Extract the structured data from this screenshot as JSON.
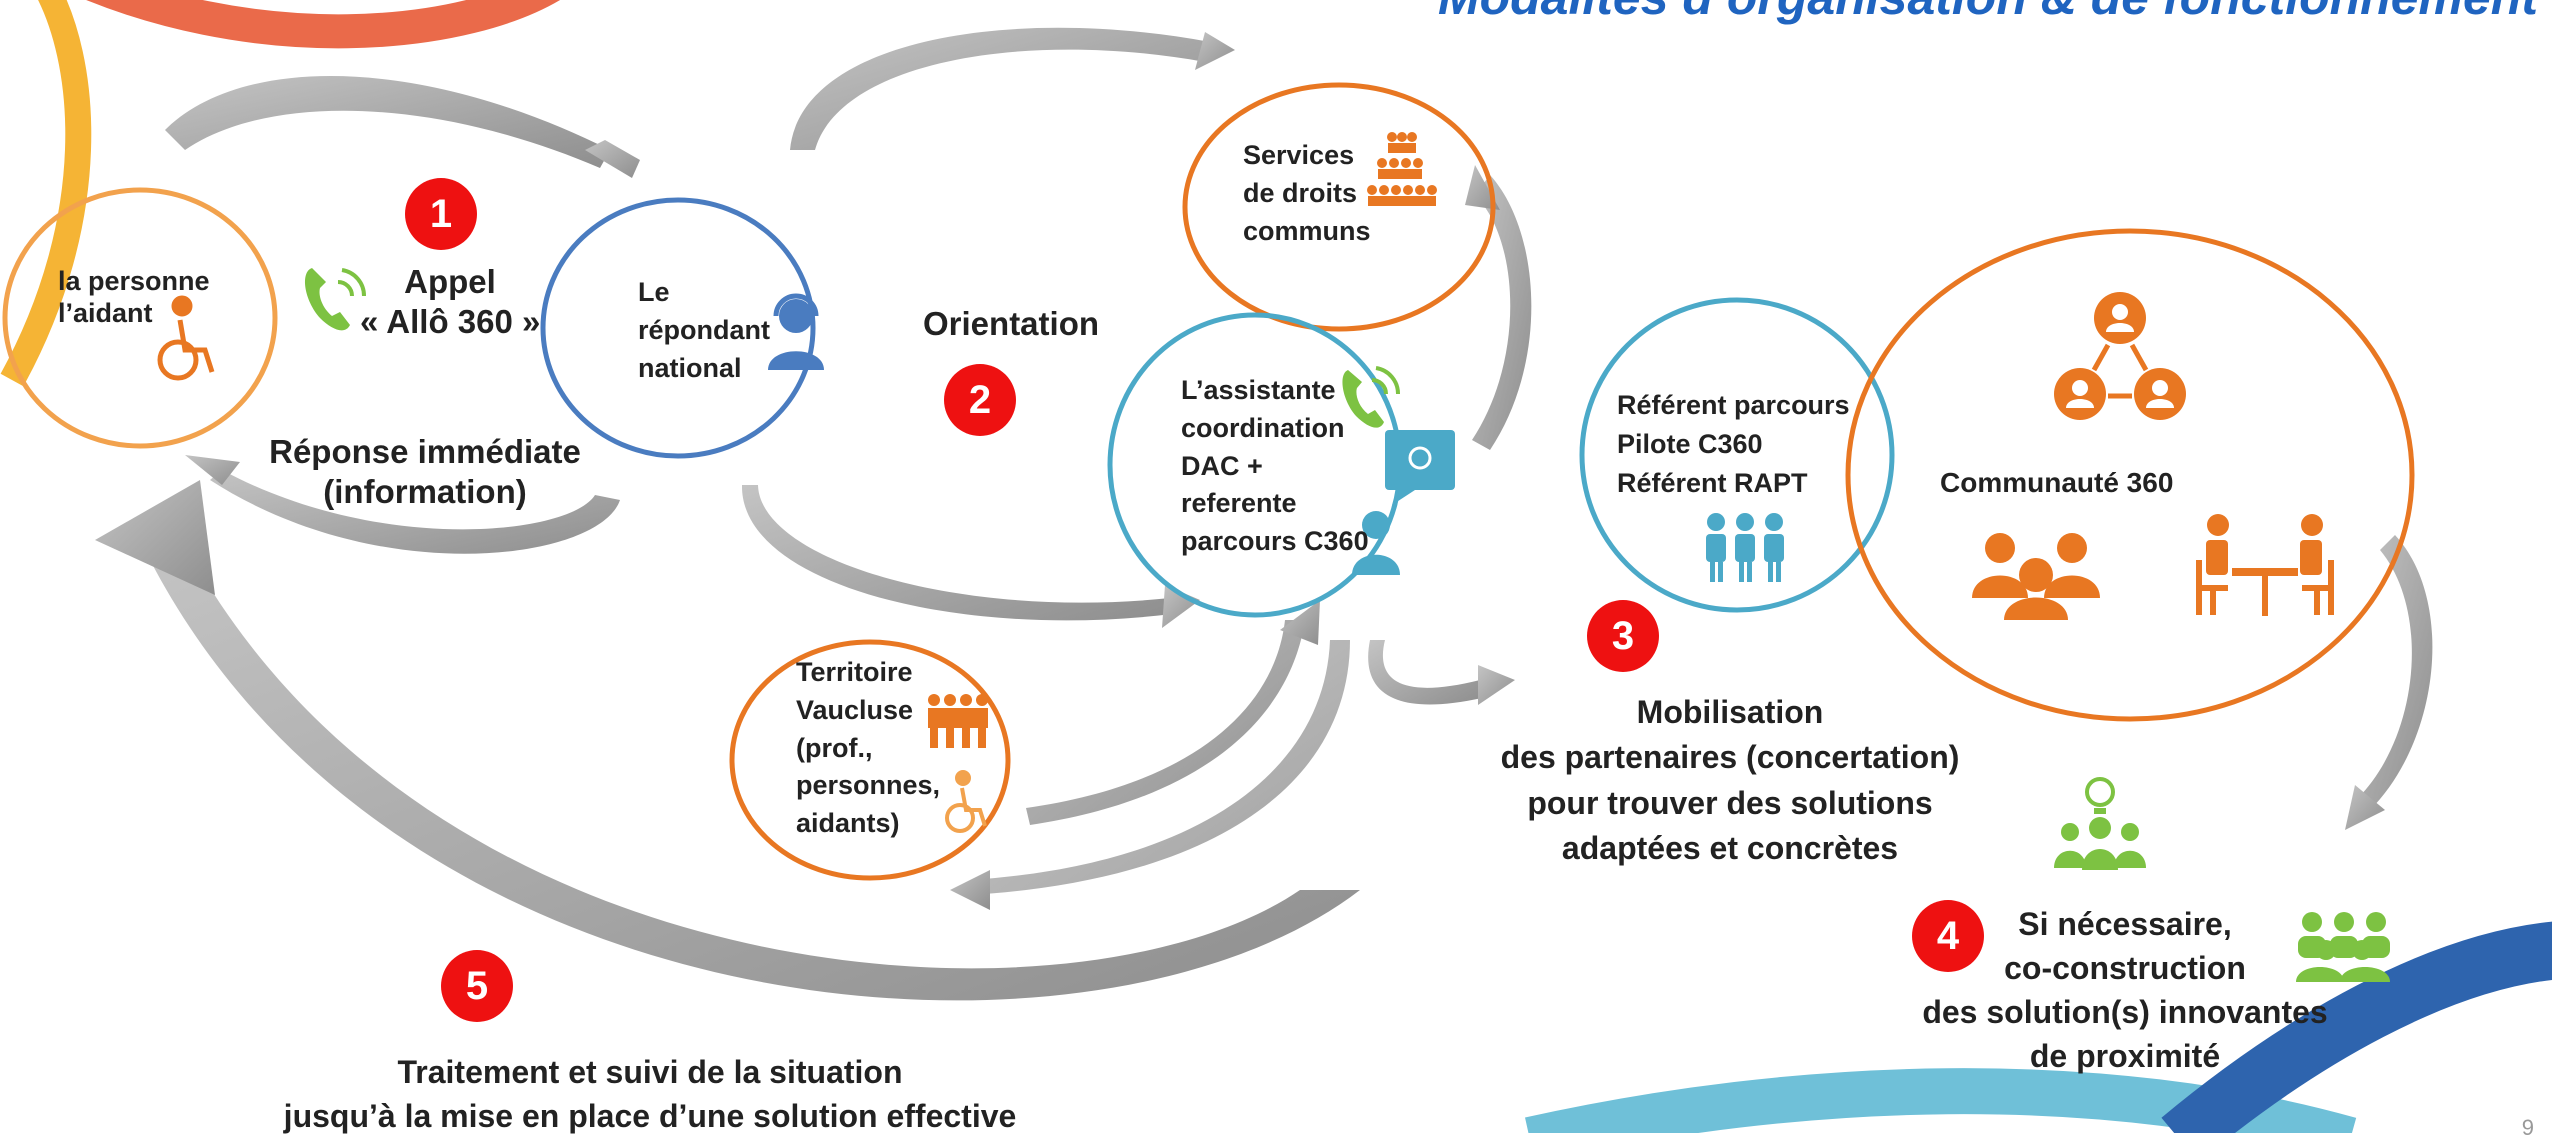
{
  "title": "Modalités d’organisation & de fonctionnement",
  "colors": {
    "orange": "#E87722",
    "blue_dark": "#4A7CC0",
    "teal": "#4BA9C8",
    "red_badge": "#EE1111",
    "green": "#7DC242",
    "gray_arrow": "#A8A8A8",
    "title_blue": "#1F64C0"
  },
  "nodes": {
    "personne": {
      "line1": "la personne",
      "line2": "l’aidant",
      "icon": "wheelchair-icon"
    },
    "repondant": {
      "line1": "Le",
      "line2": "répondant",
      "line3": "national",
      "icon": "headset-person-icon"
    },
    "services": {
      "line1": "Services",
      "line2": "de droits",
      "line3": "communs",
      "icon": "crowd-icon"
    },
    "assistante": {
      "line1": "L’assistante",
      "line2": "coordination",
      "line3": "DAC +",
      "line4": "referente",
      "line5": "parcours C360",
      "icon": "phone-icon"
    },
    "territoire": {
      "line1": "Territoire",
      "line2": "Vaucluse",
      "line3": "(prof.,",
      "line4": "personnes,",
      "line5": "aidants)",
      "icon": "group-cheering-icon"
    },
    "referent": {
      "line1": "Référent parcours",
      "line2": "Pilote C360",
      "line3": "Référent RAPT",
      "icon": "three-persons-icon"
    },
    "communaute": {
      "label": "Communauté 360",
      "icon": "network-persons-icon"
    }
  },
  "steps": {
    "s1": {
      "number": "1",
      "line1": "Appel",
      "line2": "« Allô 360 »"
    },
    "reponse": {
      "line1": "Réponse immédiate",
      "line2": "(information)"
    },
    "s2": {
      "number": "2",
      "label": "Orientation"
    },
    "s3": {
      "number": "3",
      "line1": "Mobilisation",
      "line2": "des partenaires (concertation)",
      "line3": "pour trouver des solutions",
      "line4": "adaptées et concrètes"
    },
    "s4": {
      "number": "4",
      "line1": "Si nécessaire,",
      "line2": "co-construction",
      "line3": "des solution(s) innovantes",
      "line4": "de proximité"
    },
    "s5": {
      "number": "5",
      "line1": "Traitement et suivi de la situation",
      "line2": "jusqu’à la mise en place d’une solution effective"
    }
  },
  "page_number": "9"
}
